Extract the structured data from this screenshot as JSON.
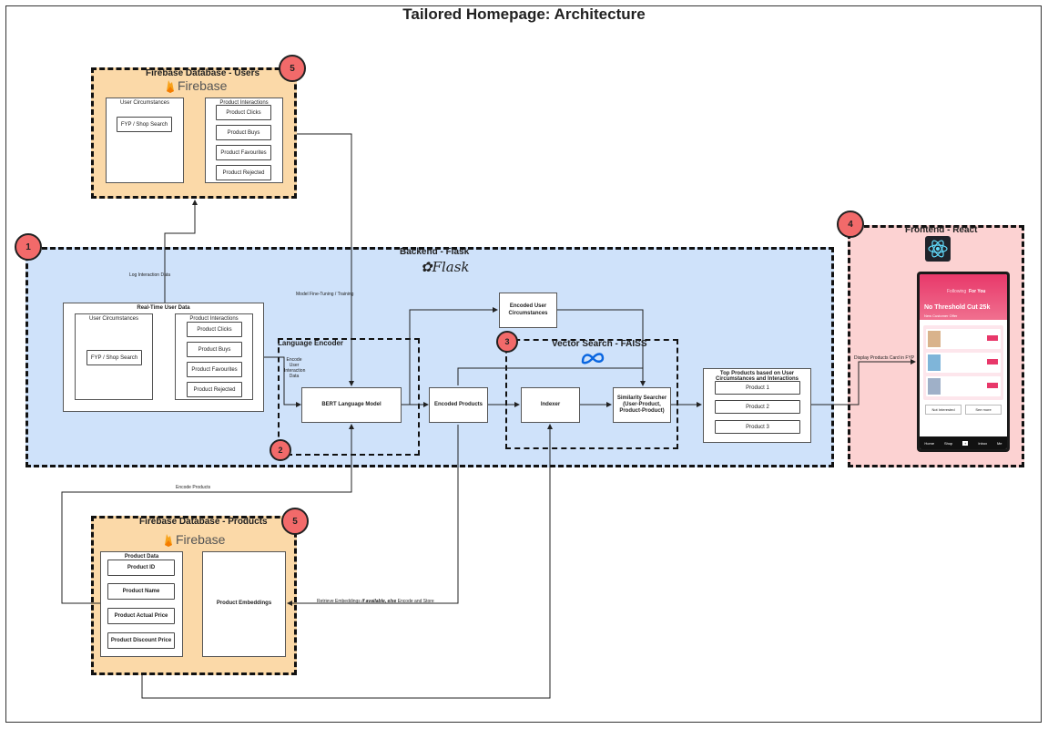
{
  "title": "Tailored Homepage: Architecture",
  "colors": {
    "orange_zone": "#fbd9a8",
    "blue_zone": "#cfe2fa",
    "pink_zone": "#fcd2d2",
    "badge": "#f26a6a"
  },
  "users_db": {
    "title": "Firebase Database - Users",
    "logo": "Firebase",
    "badge": "5",
    "circumstances_label": "User Circumstances",
    "fyp": "FYP / Shop Search",
    "interactions_label": "Product Interactions",
    "items": [
      "Product Clicks",
      "Product Buys",
      "Product Favourites",
      "Product Rejected"
    ]
  },
  "backend": {
    "title": "Backend - Flask",
    "logo": "Flask",
    "badge": "1",
    "realtime_label": "Real-Time User Data",
    "circumstances_label": "User Circumstances",
    "fyp": "FYP / Shop Search",
    "interactions_label": "Product Interactions",
    "items": [
      "Product Clicks",
      "Product Buys",
      "Product Favourites",
      "Product Rejected"
    ],
    "language_encoder": "Language Encoder",
    "encoder_badge": "2",
    "bert": "BERT Language Model",
    "encoded_products": "Encoded Products",
    "encoded_user": "Encoded User Circumstances",
    "vector_search": "Vector Search - FAISS",
    "vector_badge": "3",
    "indexer": "Indexer",
    "similarity": "Similarity Searcher (User-Product, Product-Product)",
    "top_products_title": "Top Products based on User Circumstances and Interactions",
    "top_products": [
      "Product 1",
      "Product 2",
      "Product 3"
    ]
  },
  "frontend": {
    "title": "Frontend - React",
    "badge": "4",
    "phone_tabs": [
      "Following",
      "For You"
    ],
    "promo": "No Threshold Cut 25k",
    "promo_sub": "New Customer Offer",
    "btn_left": "Not Interested",
    "btn_right": "See more",
    "nav": [
      "Home",
      "Shop",
      "+",
      "Inbox",
      "Me"
    ]
  },
  "products_db": {
    "title": "Firebase Database - Products",
    "logo": "Firebase",
    "badge": "5",
    "data_label": "Product Data",
    "fields": [
      "Product ID",
      "Product Name",
      "Product Actual Price",
      "Product Discount Price"
    ],
    "embeddings": "Product Embeddings"
  },
  "edges": {
    "log_interaction": "Log Interaction Data",
    "fine_tuning": "Model Fine-Tuning / Training",
    "encode_user": "Encode User Interaction Data",
    "encode_products": "Encode Products",
    "retrieve_prefix": "Retrieve Embeddings",
    "retrieve_mid": "if available, else",
    "retrieve_suffix": "Encode and Store",
    "display": "Display Products Card in FYP"
  }
}
